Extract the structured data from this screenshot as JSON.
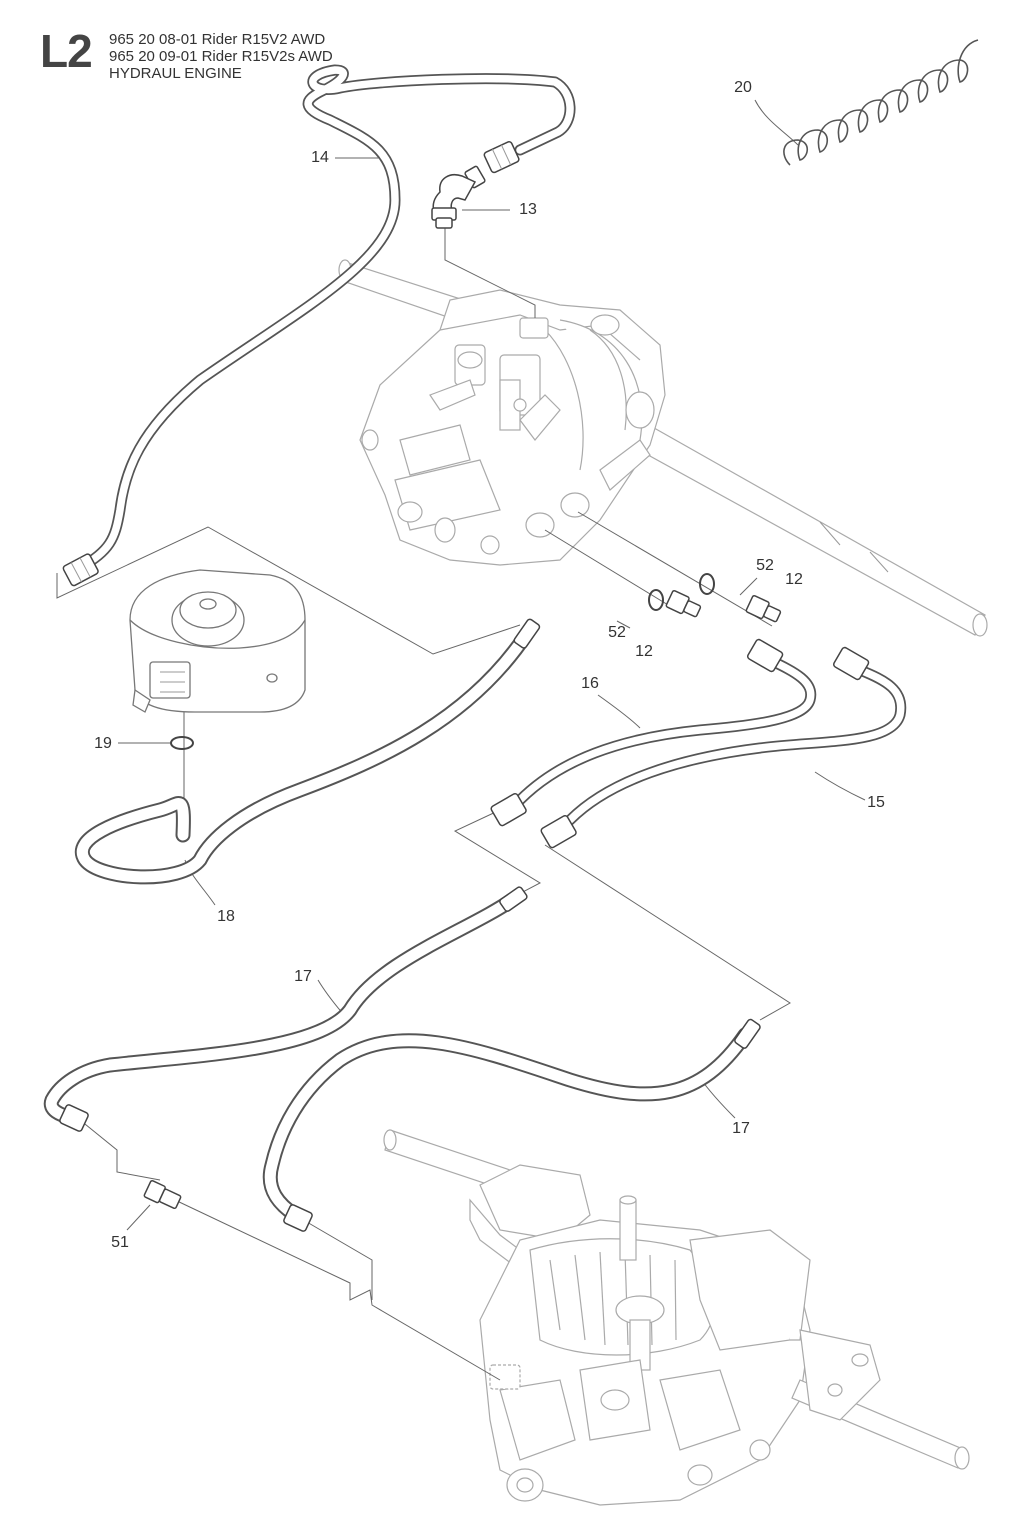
{
  "header": {
    "code": "L2",
    "lines": [
      "965 20 08-01 Rider R15V2 AWD",
      "965 20 09-01 Rider R15V2s AWD",
      "HYDRAUL ENGINE"
    ]
  },
  "callouts": {
    "p20": "20",
    "p14": "14",
    "p13": "13",
    "p52a": "52",
    "p12a": "12",
    "p52b": "52",
    "p12b": "12",
    "p16": "16",
    "p19": "19",
    "p15": "15",
    "p18": "18",
    "p17a": "17",
    "p17b": "17",
    "p51": "51"
  }
}
